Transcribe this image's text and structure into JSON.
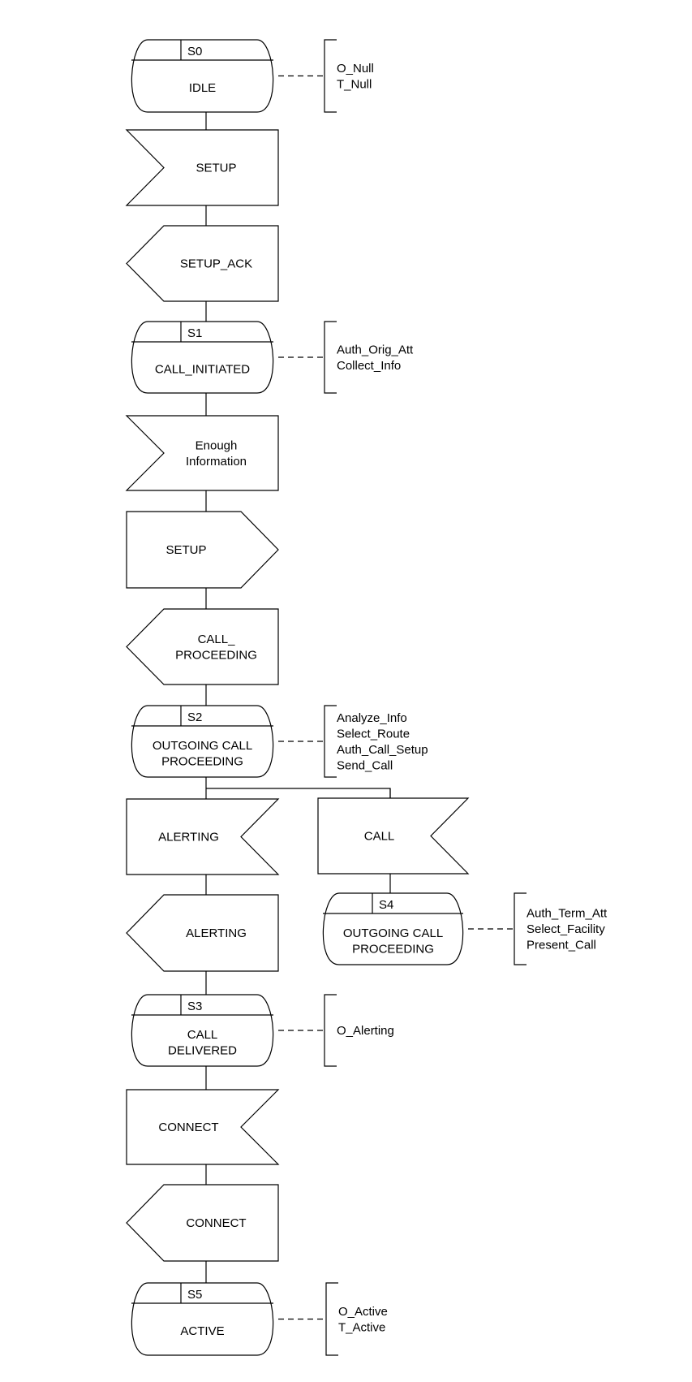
{
  "diagram": {
    "nodes": [
      {
        "state_id": "S0",
        "lines": [
          "IDLE"
        ],
        "annotations": [
          "O_Null",
          "T_Null"
        ]
      },
      {
        "lines": [
          "SETUP"
        ]
      },
      {
        "lines": [
          "SETUP_ACK"
        ]
      },
      {
        "state_id": "S1",
        "lines": [
          "CALL_INITIATED"
        ],
        "annotations": [
          "Auth_Orig_Att",
          "Collect_Info"
        ]
      },
      {
        "lines": [
          "Enough",
          "Information"
        ]
      },
      {
        "lines": [
          "SETUP"
        ]
      },
      {
        "lines": [
          "CALL_",
          "PROCEEDING"
        ]
      },
      {
        "state_id": "S2",
        "lines": [
          "OUTGOING CALL",
          "PROCEEDING"
        ],
        "annotations": [
          "Analyze_Info",
          "Select_Route",
          "Auth_Call_Setup",
          "Send_Call"
        ]
      },
      {
        "lines": [
          "ALERTING"
        ]
      },
      {
        "lines": [
          "CALL"
        ]
      },
      {
        "lines": [
          "ALERTING"
        ]
      },
      {
        "state_id": "S4",
        "lines": [
          "OUTGOING CALL",
          "PROCEEDING"
        ],
        "annotations": [
          "Auth_Term_Att",
          "Select_Facility",
          "Present_Call"
        ]
      },
      {
        "state_id": "S3",
        "lines": [
          "CALL",
          "DELIVERED"
        ],
        "annotations": [
          "O_Alerting"
        ]
      },
      {
        "lines": [
          "CONNECT"
        ]
      },
      {
        "lines": [
          "CONNECT"
        ]
      },
      {
        "state_id": "S5",
        "lines": [
          "ACTIVE"
        ],
        "annotations": [
          "O_Active",
          "T_Active"
        ]
      }
    ]
  }
}
